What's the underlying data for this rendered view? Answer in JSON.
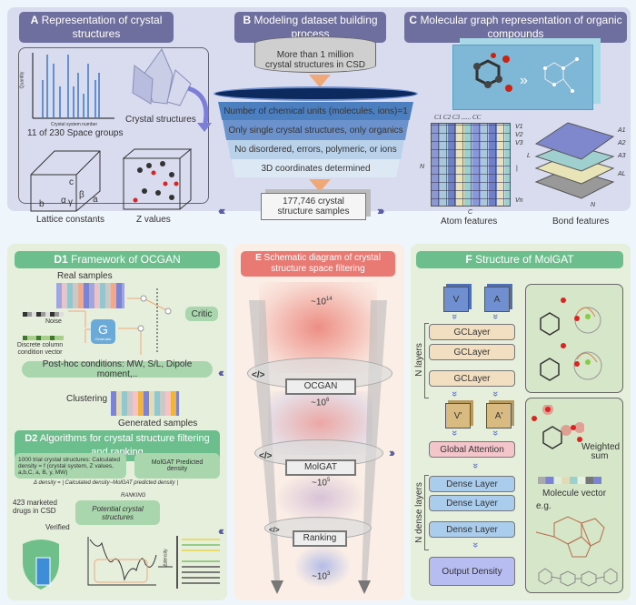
{
  "panel_a": {
    "title_letter": "A",
    "title": "Representation of crystal structures",
    "chart_ylabel": "Quantity",
    "chart_xlabel": "Crystal system number",
    "space_groups": "11 of 230 Space groups",
    "crystal_label": "Crystal structures",
    "lattice_label": "Lattice constants",
    "z_label": "Z values",
    "lattice_letters": [
      "a",
      "b",
      "c",
      "α",
      "β",
      "γ"
    ]
  },
  "panel_b": {
    "title_letter": "B",
    "title": "Modeling dataset building process",
    "database": "More than 1 million crystal structures in CSD",
    "filters": [
      "Number of chemical units (molecules, ions)=1",
      "Only single crystal structures, only organics",
      "No disordered, errors, polymeric, or ions",
      "3D coordinates determined"
    ],
    "result": "177,746 crystal structure samples"
  },
  "panel_c": {
    "title_letter": "C",
    "title": "Molecular graph representation of organic compounds",
    "atom_label": "Atom features",
    "bond_label": "Bond features",
    "matrix_cols": "C1  C2  C3  ......  CC",
    "matrix_rows": [
      "V1",
      "V2",
      "V3",
      "|",
      "Vn"
    ],
    "matrix_n": "N",
    "matrix_c": "C",
    "layers": [
      "A1",
      "A2",
      "A3",
      "AL"
    ],
    "layer_l": "L",
    "layer_n": "N"
  },
  "panel_d1": {
    "title_letter": "D1",
    "title": "Framework of OCGAN",
    "real_samples": "Real samples",
    "noise": "Noise",
    "condition": "Discrete column condition vector",
    "generator_letter": "G",
    "generator": "Generator",
    "critic": "Critic",
    "posthoc": "Post-hoc conditions: MW, S/L, Dipole moment,..",
    "clustering": "Clustering",
    "generated": "Generated samples"
  },
  "panel_d2": {
    "title_letter": "D2",
    "title": "Algorithms for crystal structure filtering and ranking",
    "trial": "1000 trial crystal structures: Calculated density = f (crystal system, Z values, a,b,C, a, B, y, MW)",
    "molgat": "MolGAT Predicted density",
    "delta": "Δ density = | Calculated density−MolGAT predicted density |",
    "ranking": "RANKING",
    "drugs": "423 marketed drugs in CSD",
    "verified": "Verified",
    "potential": "Potential crystal structures",
    "delta_axis": "Δdensity"
  },
  "panel_e": {
    "title_letter": "E",
    "title": "Schematic diagram of crystal structure space filtering",
    "counts": [
      {
        "base": "~10",
        "exp": "14"
      },
      {
        "base": "~10",
        "exp": "6"
      },
      {
        "base": "~10",
        "exp": "5"
      },
      {
        "base": "~10",
        "exp": "3"
      }
    ],
    "filters": [
      "OCGAN",
      "MolGAT",
      "Ranking"
    ],
    "code_icon": "</>"
  },
  "panel_f": {
    "title_letter": "F",
    "title": "Structure of MolGAT",
    "inputs": [
      "V",
      "A"
    ],
    "outputs": [
      "V'",
      "A'"
    ],
    "gc_layers": [
      "GCLayer",
      "GCLayer",
      "GCLayer"
    ],
    "n_layers": "N layers",
    "attention": "Global Attention",
    "dense_layers": [
      "Dense Layer",
      "Dense Layer",
      "Dense Layer"
    ],
    "n_dense": "N dense layers",
    "output": "Output Density",
    "weighted": "Weighted sum",
    "molecule_vector": "Molecule vector",
    "eg": "e.g."
  },
  "colors": {
    "header_purple": "#6e6f9e",
    "header_green": "#6cbf8c",
    "header_red": "#e97a73",
    "arrow_orange": "#f0a878",
    "chevron": "#5c5fa6"
  }
}
